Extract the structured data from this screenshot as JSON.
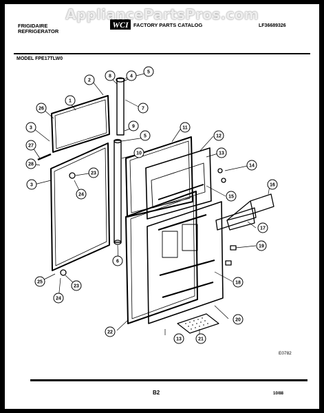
{
  "watermark": "AppliancePartsPros.com",
  "header": {
    "brand_line1": "FRIGIDAIRE",
    "brand_line2": "REFRIGERATOR",
    "logo_text": "WCI",
    "catalog_title": "FACTORY PARTS CATALOG",
    "catalog_number": "LF36689326",
    "model_label": "MODEL FPE17TLW0"
  },
  "diagram_code": "E0782",
  "footer": {
    "page": "B2",
    "date": "10/88"
  },
  "callouts": [
    "1",
    "2",
    "3",
    "3",
    "4",
    "5",
    "5",
    "6",
    "7",
    "8",
    "9",
    "10",
    "11",
    "12",
    "13",
    "13",
    "14",
    "15",
    "16",
    "17",
    "18",
    "19",
    "20",
    "21",
    "22",
    "23",
    "23",
    "24",
    "24",
    "25",
    "26",
    "27",
    "28"
  ],
  "colors": {
    "ink": "#000000",
    "paper": "#ffffff",
    "frame": "#000000"
  }
}
